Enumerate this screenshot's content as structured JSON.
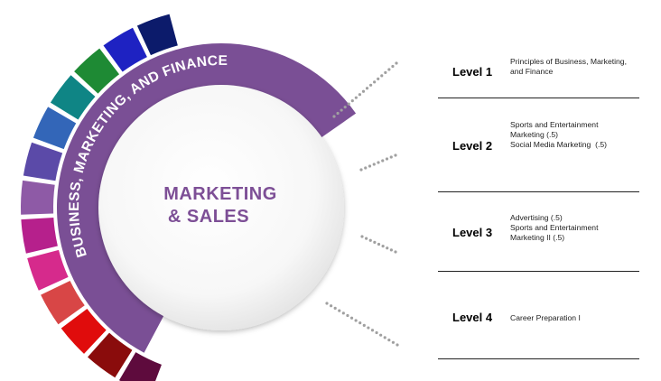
{
  "center_title": [
    "MARKETING",
    "& SALES"
  ],
  "arc_label": "BUSINESS, MARKETING, AND FINANCE",
  "colors": {
    "ring": "#7a4f95",
    "title": "#7d4f96",
    "dots": "#a0a0a0",
    "segments": [
      "#0c1b6b",
      "#1e22c2",
      "#1e8a34",
      "#0f8585",
      "#3366b8",
      "#5b4aa8",
      "#8e5aa6",
      "#b6208c",
      "#d62a8c",
      "#d84646",
      "#e00c0c",
      "#8a0c0c",
      "#5e0b3d"
    ]
  },
  "levels": [
    {
      "label": "Level 1",
      "courses": [
        "Principles of Business, Marketing,",
        "and Finance"
      ]
    },
    {
      "label": "Level 2",
      "courses": [
        "Sports and Entertainment",
        "Marketing (.5)",
        "Social Media Marketing  (.5)"
      ]
    },
    {
      "label": "Level 3",
      "courses": [
        "Advertising (.5)",
        "Sports and Entertainment",
        "Marketing II (.5)"
      ]
    },
    {
      "label": "Level 4",
      "courses": [
        "Career Preparation I"
      ]
    }
  ]
}
